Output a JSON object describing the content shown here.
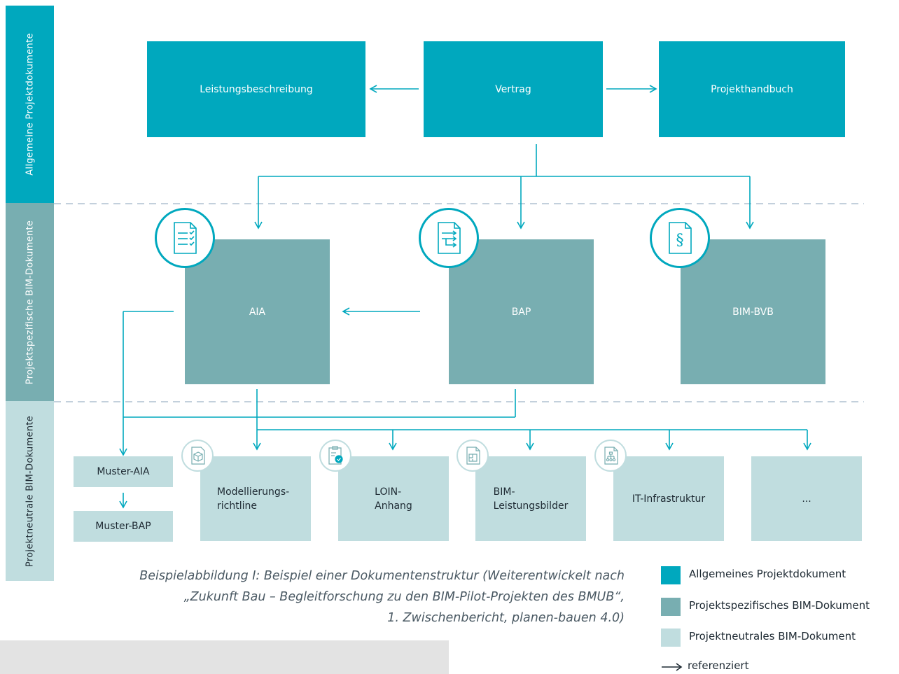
{
  "bands": {
    "general": "Allgemeine Projektdokumente",
    "specific": "Projektspezifische BIM-Dokumente",
    "neutral": "Projektneutrale BIM-Dokumente"
  },
  "general_docs": {
    "leistung": "Leistungsbeschreibung",
    "vertrag": "Vertrag",
    "handbuch": "Projekthandbuch"
  },
  "specific_docs": {
    "aia": "AIA",
    "bap": "BAP",
    "bvb": "BIM-BVB"
  },
  "neutral_docs": {
    "muster_aia": "Muster-AIA",
    "muster_bap": "Muster-BAP",
    "modell": [
      "Modellierungs-",
      "richtline"
    ],
    "loin": [
      "LOIN-",
      "Anhang"
    ],
    "leistungsbilder": [
      "BIM-",
      "Leistungsbilder"
    ],
    "it": "IT-Infrastruktur",
    "more": "..."
  },
  "caption": [
    "Beispielabbildung I: Beispiel einer Dokumentenstruktur (Weiterentwickelt nach",
    "„Zukunft Bau – Begleitforschung zu den BIM-Pilot-Projekten des BMUB“,",
    "1. Zwischenbericht, planen-bauen 4.0)"
  ],
  "legend": {
    "general": "Allgemeines Projektdokument",
    "specific": "Projektspezifisches BIM-Dokument",
    "neutral": "Projektneutrales BIM-Dokument",
    "ref": "referenziert"
  },
  "colors": {
    "general": "#00a8be",
    "specific": "#78aeb1",
    "neutral": "#c0dddf",
    "arrow": "#00a8be",
    "dashed": "#9fb3c8"
  },
  "icons": {
    "aia": "checklist-document-icon",
    "bap": "process-document-icon",
    "bvb": "paragraph-document-icon",
    "modell": "3d-model-document-icon",
    "loin": "approved-clipboard-icon",
    "leistungsbilder": "plan-document-icon",
    "it": "network-document-icon"
  }
}
